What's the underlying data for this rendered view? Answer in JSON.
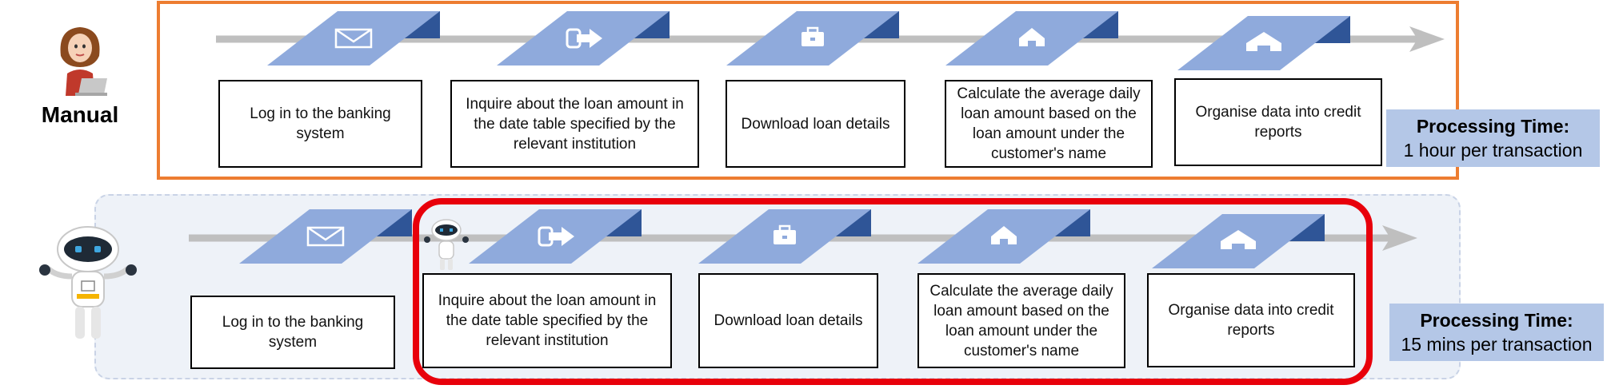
{
  "manual": {
    "label": "Manual",
    "steps": [
      {
        "text": "Log in to the banking system",
        "icon": "envelope-icon"
      },
      {
        "text": "Inquire about the loan amount in the date table specified by the relevant institution",
        "icon": "arrow-right-icon"
      },
      {
        "text": "Download loan details",
        "icon": "briefcase-icon"
      },
      {
        "text": "Calculate the average daily loan amount based on the loan amount under the customer's name",
        "icon": "house-icon"
      },
      {
        "text": "Organise data into credit reports",
        "icon": "house-icon"
      }
    ],
    "processing_time_title": "Processing Time:",
    "processing_time_value": "1 hour per transaction"
  },
  "automated": {
    "steps": [
      {
        "text": "Log in to the banking system",
        "icon": "envelope-icon"
      },
      {
        "text": "Inquire about the loan amount in the date table specified by the relevant institution",
        "icon": "arrow-right-icon"
      },
      {
        "text": "Download loan details",
        "icon": "briefcase-icon"
      },
      {
        "text": "Calculate the average daily loan amount based on the loan amount under the customer's name",
        "icon": "house-icon"
      },
      {
        "text": "Organise data into credit reports",
        "icon": "house-icon"
      }
    ],
    "processing_time_title": "Processing Time:",
    "processing_time_value": "15 mins per transaction"
  },
  "colors": {
    "manual_frame": "#ED7D31",
    "automation_highlight": "#E8000B",
    "tile_light": "#8FAADC",
    "tile_dark": "#2F5597",
    "timeline": "#BFBFBF",
    "processing_box": "#B4C7E7"
  }
}
